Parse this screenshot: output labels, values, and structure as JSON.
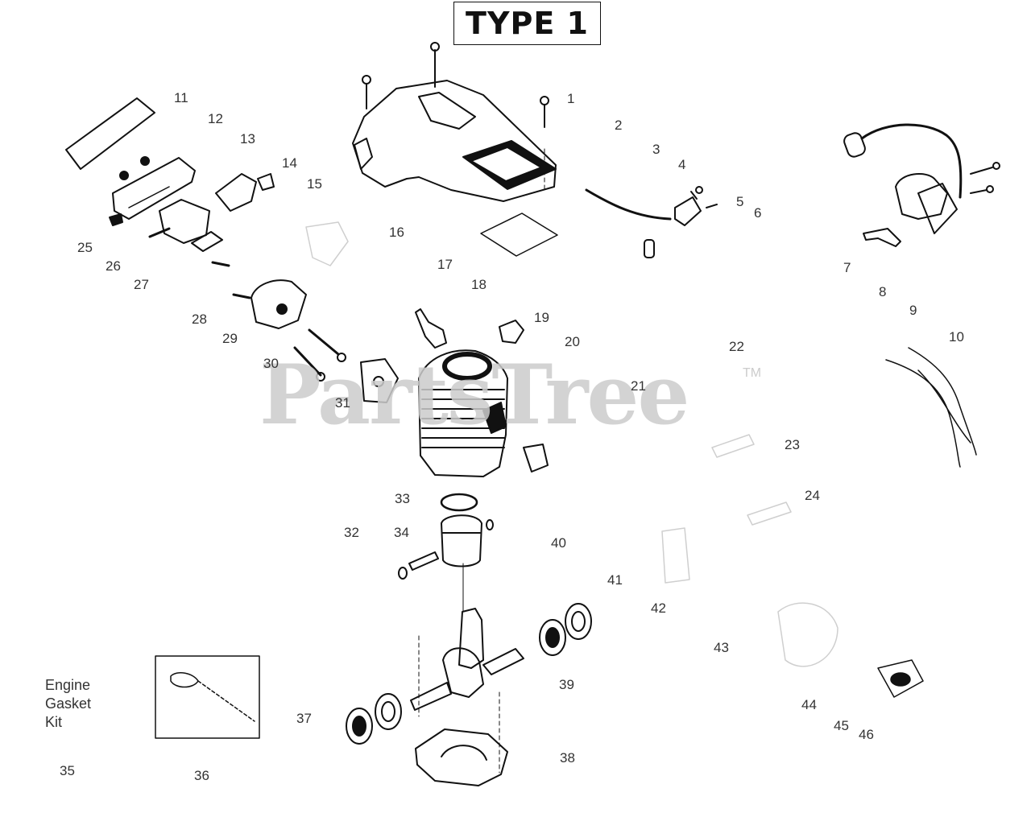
{
  "title": "TYPE 1",
  "watermark": "PartsTree",
  "trademark": "TM",
  "kit_label": {
    "line1": "Engine",
    "line2": "Gasket",
    "line3": "Kit"
  },
  "callouts": {
    "n1": "1",
    "n2": "2",
    "n3": "3",
    "n4": "4",
    "n5": "5",
    "n6": "6",
    "n7": "7",
    "n8": "8",
    "n9": "9",
    "n10": "10",
    "n11": "11",
    "n12": "12",
    "n13": "13",
    "n14": "14",
    "n15": "15",
    "n16": "16",
    "n17": "17",
    "n18": "18",
    "n19": "19",
    "n20": "20",
    "n21": "21",
    "n22": "22",
    "n23": "23",
    "n24": "24",
    "n25": "25",
    "n26": "26",
    "n27": "27",
    "n28": "28",
    "n29": "29",
    "n30": "30",
    "n31": "31",
    "n32": "32",
    "n33": "33",
    "n34": "34",
    "n35": "35",
    "n36": "36",
    "n37": "37",
    "n38": "38",
    "n39": "39",
    "n40": "40",
    "n41": "41",
    "n42": "42",
    "n43": "43",
    "n44": "44",
    "n45": "45",
    "n46": "46"
  }
}
